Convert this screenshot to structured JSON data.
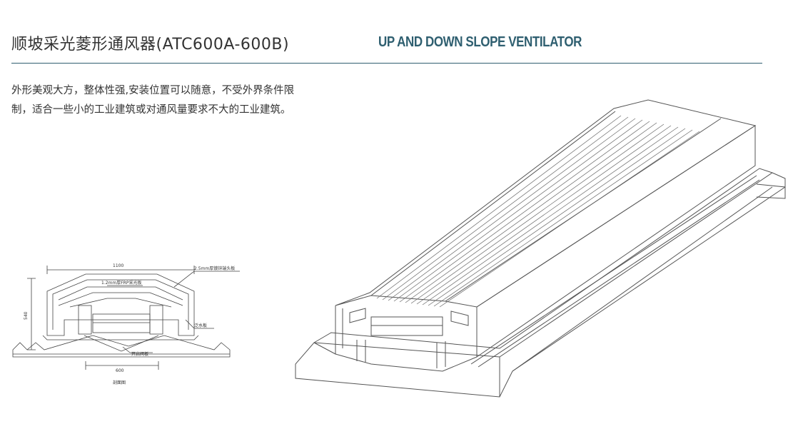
{
  "header": {
    "title_cn": "顺坡采光菱形通风器(ATC600A-600B)",
    "title_en": "UP AND DOWN SLOPE VENTILATOR"
  },
  "description": {
    "line1": "外形美观大方，整体性强,安装位置可以随意，不受外界条件限",
    "line2": "制，适合一些小的工业建筑或对通风量要求不大的工业建筑。"
  },
  "section_drawing": {
    "dim_width": "1100",
    "dim_height": "540",
    "dim_throat": "600",
    "label_end_plate": "2.5mm厚镀锌端头板",
    "label_frp": "1.2mm厚FRP采光板",
    "label_flashing": "泛水板",
    "label_damper": "开启阀板",
    "caption": "剖面图"
  }
}
